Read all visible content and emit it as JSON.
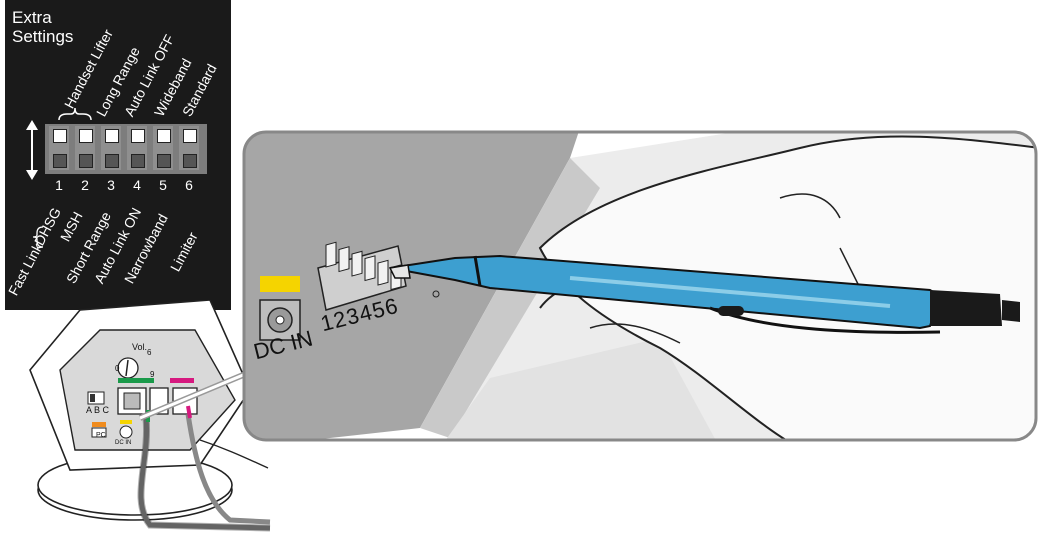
{
  "panel": {
    "title": "Extra\nSettings",
    "top_labels": [
      "Handset Lifter",
      "Long Range",
      "Auto Link OFF",
      "Wideband",
      "Standard"
    ],
    "bottom_labels": [
      "Fast Link",
      "DHSG",
      "MSH",
      "Short Range",
      "Auto Link ON",
      "Narrowband",
      "Limiter"
    ],
    "switch_numbers": [
      "1",
      "2",
      "3",
      "4",
      "5",
      "6"
    ]
  },
  "device": {
    "vol_label": "Vol.",
    "dial_numbers": [
      "0",
      "6",
      "9"
    ],
    "abc_label": "A B C",
    "pc_label": "PC",
    "dcin_small": "DC IN",
    "colors": {
      "green": "#1a9a4a",
      "magenta": "#d6197f",
      "orange": "#f08c1e",
      "yellow": "#f5d400"
    }
  },
  "closeup": {
    "dc_in_label": "DC IN",
    "dip_numbers": "123456",
    "pen_color": "#3d9fd0",
    "yellow_marker": "#f5d400"
  }
}
